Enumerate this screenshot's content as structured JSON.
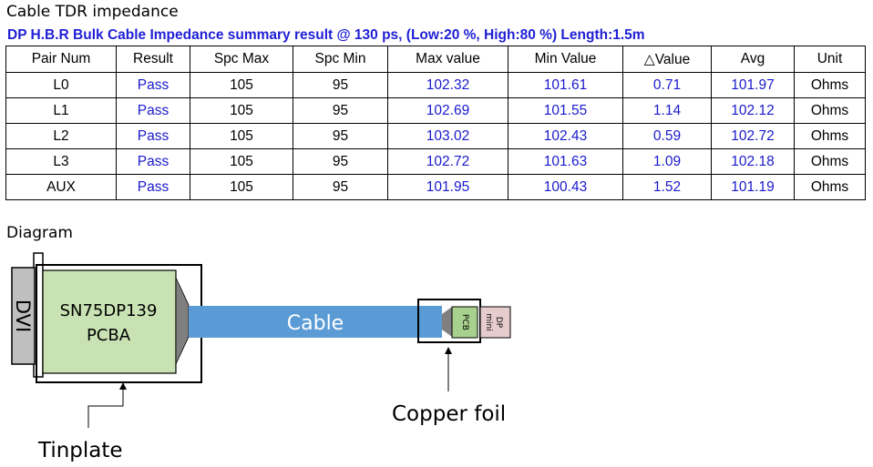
{
  "section_title": "Cable TDR impedance",
  "summary_heading": "DP H.B.R Bulk Cable Impedance summary result @ 130 ps, (Low:20 %, High:80 %) Length:1.5m",
  "table": {
    "headers": [
      "Pair Num",
      "Result",
      "Spc Max",
      "Spc Min",
      "Max value",
      "Min Value",
      "△Value",
      "Avg",
      "Unit"
    ],
    "rows": [
      [
        "L0",
        "Pass",
        "105",
        "95",
        "102.32",
        "101.61",
        "0.71",
        "101.97",
        "Ohms"
      ],
      [
        "L1",
        "Pass",
        "105",
        "95",
        "102.69",
        "101.55",
        "1.14",
        "102.12",
        "Ohms"
      ],
      [
        "L2",
        "Pass",
        "105",
        "95",
        "103.02",
        "102.43",
        "0.59",
        "102.72",
        "Ohms"
      ],
      [
        "L3",
        "Pass",
        "105",
        "95",
        "102.72",
        "101.63",
        "1.09",
        "102.18",
        "Ohms"
      ],
      [
        "AUX",
        "Pass",
        "105",
        "95",
        "101.95",
        "100.43",
        "1.52",
        "101.19",
        "Ohms"
      ]
    ]
  },
  "diagram": {
    "title": "Diagram",
    "dvi_label": "DVI",
    "pcba_line1": "SN75DP139",
    "pcba_line2": "PCBA",
    "cable_label": "Cable",
    "pcb_label": "PCB",
    "mini_dp_line1": "mini",
    "mini_dp_line2": "DP",
    "tinplate_label": "Tinplate",
    "copper_foil_label": "Copper foil",
    "colors": {
      "pcba_fill": "#c9e2b3",
      "cable_fill": "#5b9bd5",
      "connector_grey": "#7f7f7f",
      "dvi_grey": "#bfbfbf",
      "mini_dp_fill": "#d9b3b3"
    }
  }
}
